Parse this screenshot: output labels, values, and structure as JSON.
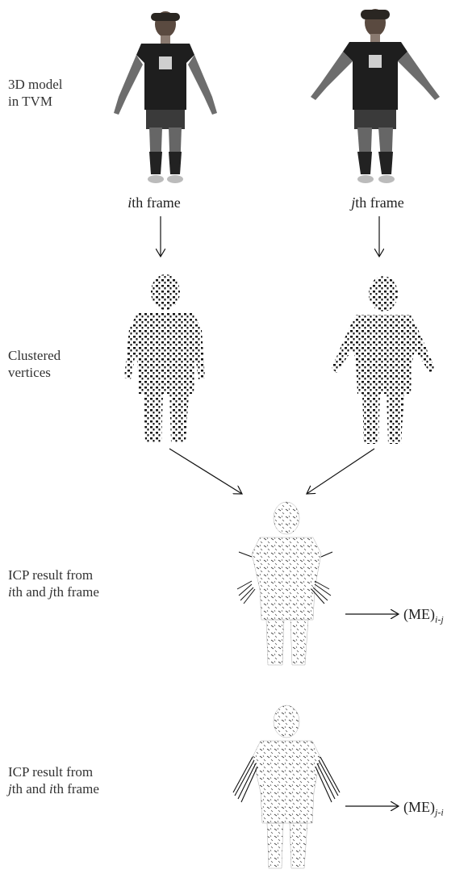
{
  "row_labels": {
    "model_line1": "3D model",
    "model_line2": "in TVM",
    "clustered_line1": "Clustered",
    "clustered_line2": "vertices",
    "icp1_line1": "ICP result from",
    "icp1_line2_a": "i",
    "icp1_line2_b": "th and ",
    "icp1_line2_c": "j",
    "icp1_line2_d": "th frame",
    "icp2_line1": "ICP result from",
    "icp2_line2_a": "j",
    "icp2_line2_b": "th and ",
    "icp2_line2_c": "i",
    "icp2_line2_d": "th frame"
  },
  "frame_labels": {
    "i_var": "i",
    "i_rest": "th frame",
    "j_var": "j",
    "j_rest": "th frame"
  },
  "outputs": {
    "me_ij_base": "(ME)",
    "me_ij_sub": "i-j",
    "me_ji_base": "(ME)",
    "me_ji_sub": "j-i"
  }
}
